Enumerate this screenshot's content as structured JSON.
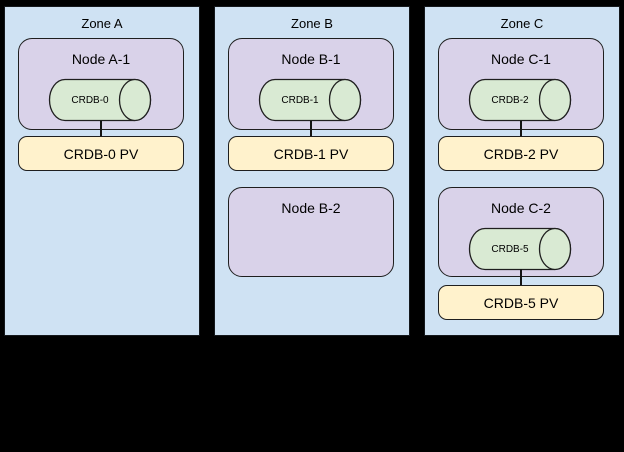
{
  "diagram": {
    "zones": [
      {
        "title": "Zone A",
        "nodes": [
          {
            "label": "Node A-1",
            "db": "CRDB-0",
            "pv": "CRDB-0 PV"
          }
        ]
      },
      {
        "title": "Zone B",
        "nodes": [
          {
            "label": "Node B-1",
            "db": "CRDB-1",
            "pv": "CRDB-1 PV"
          },
          {
            "label": "Node B-2"
          }
        ]
      },
      {
        "title": "Zone C",
        "nodes": [
          {
            "label": "Node C-1",
            "db": "CRDB-2",
            "pv": "CRDB-2 PV"
          },
          {
            "label": "Node C-2",
            "db": "CRDB-5",
            "pv": "CRDB-5 PV"
          }
        ]
      }
    ],
    "colors": {
      "background": "#000000",
      "zone_fill": "#cfe2f3",
      "node_fill": "#d9d2e9",
      "cylinder_fill": "#d9ead3",
      "pv_fill": "#fff2cc",
      "stroke": "#1f1f1f",
      "text": "#000000"
    }
  }
}
